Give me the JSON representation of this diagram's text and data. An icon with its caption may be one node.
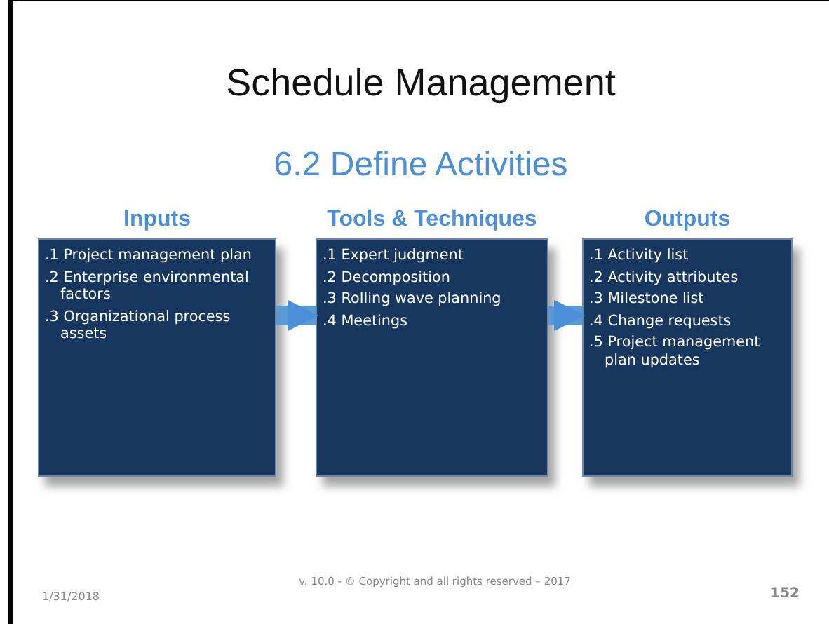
{
  "diagram": {
    "title": "Schedule Management",
    "nodes": [
      {
        "text": [
          "Inputs",
          ".1 Project management plan",
          ".2 Enterprise environmental factors",
          ".3 Organizational process assets"
        ]
      },
      {
        "text": [
          "Tools & Techniques",
          ".1 Expert judgment",
          ".2 Decomposition",
          ".3 Rolling wave planning",
          ".4 Meetings"
        ]
      },
      {
        "text": [
          "Outputs",
          ".1 Activity list",
          ".2 Activity attributes",
          ".3 Milestone list",
          ".4 Change requests",
          ".5 Project management plan updates"
        ]
      }
    ],
    "edges": [
      {
        "from": 0,
        "to": 1,
        "arrow": "to"
      },
      {
        "from": 1,
        "to": 2,
        "arrow": "to"
      }
    ],
    "labels": [
      "6.2 Define Activities",
      "1/31/2018",
      "v. 10.0 - © Copyright and all rights reserved – 2017",
      "152"
    ]
  }
}
